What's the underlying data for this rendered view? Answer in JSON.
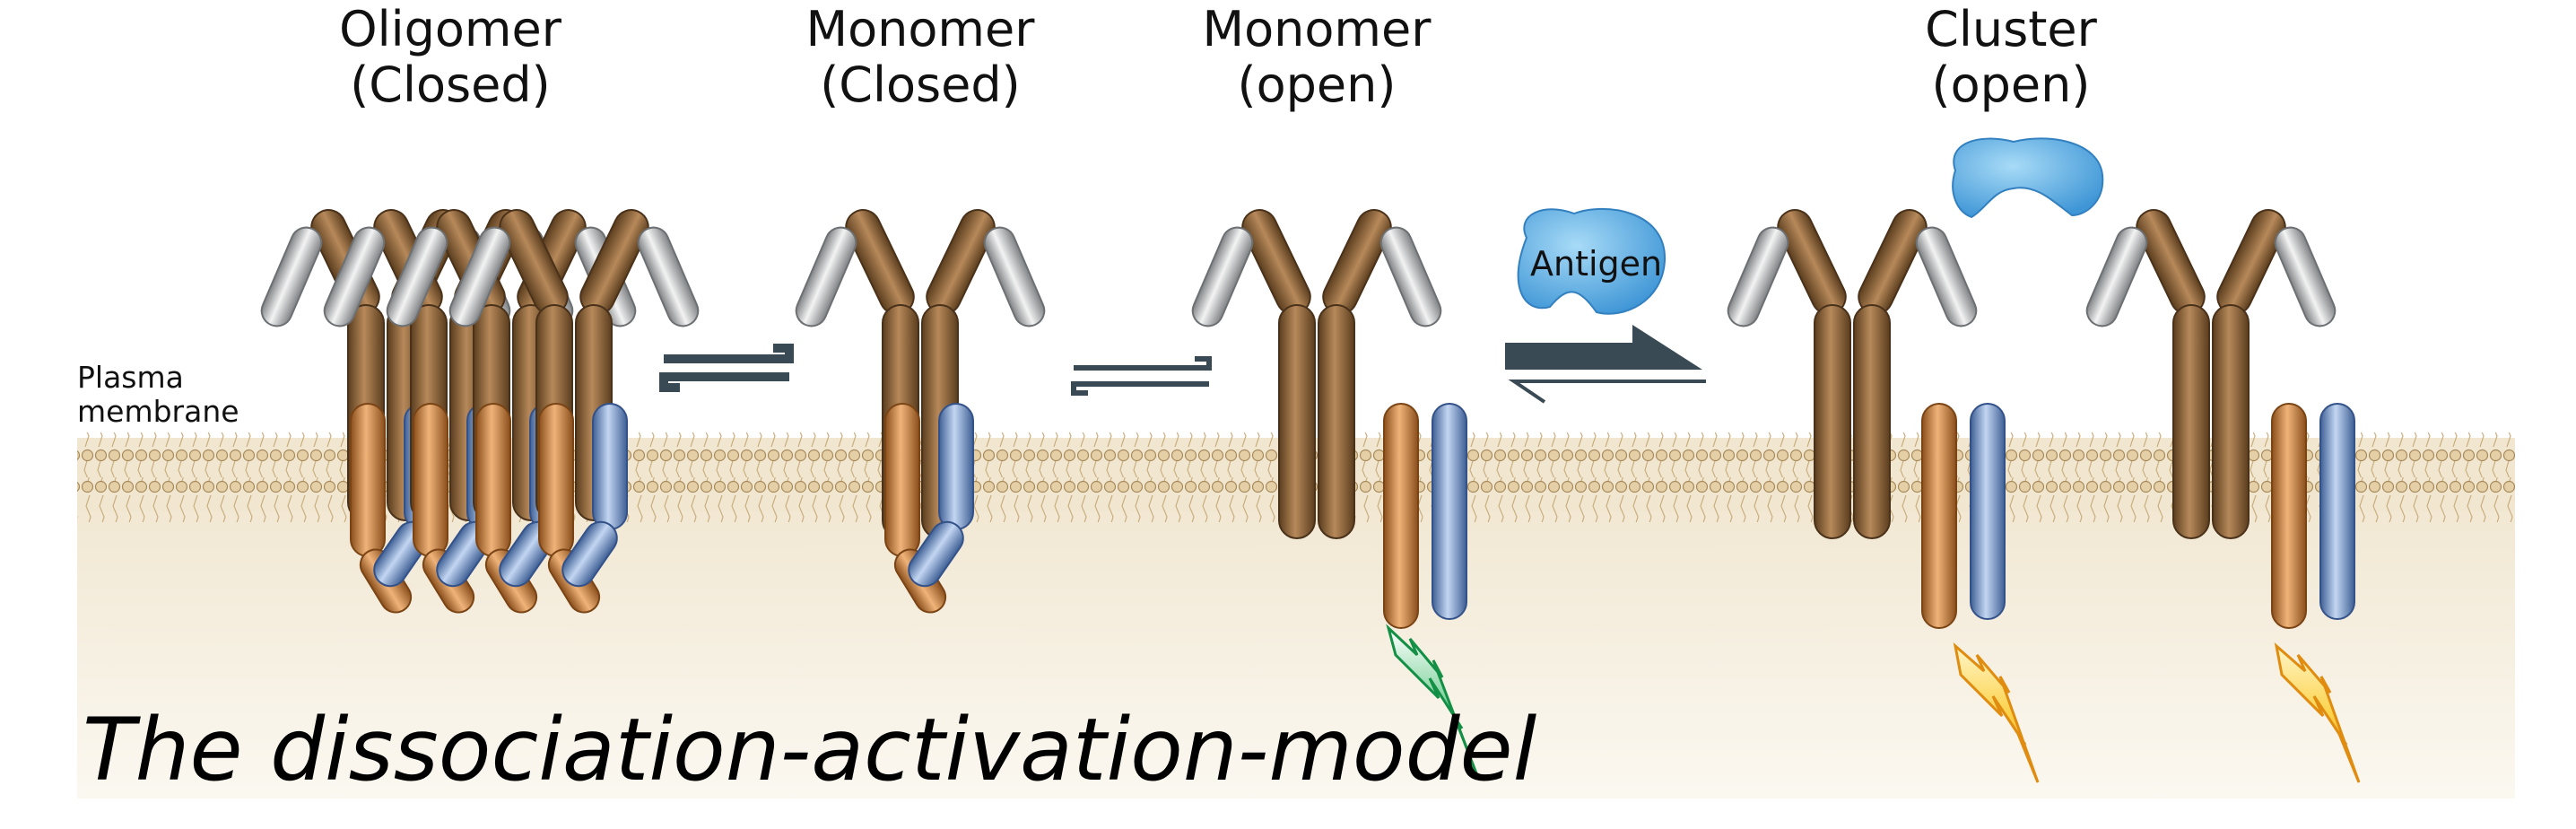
{
  "stages": [
    {
      "line1": "Oligomer",
      "line2": "(Closed)"
    },
    {
      "line1": "Monomer",
      "line2": "(Closed)"
    },
    {
      "line1": "Monomer",
      "line2": "(open)"
    },
    {
      "line1": "Cluster",
      "line2": "(open)"
    }
  ],
  "membrane_label": {
    "line1": "Plasma",
    "line2": "membrane"
  },
  "antigen_label": "Antigen",
  "model_title": "The dissociation-activation-model",
  "colors": {
    "heavy_chain": "#8a6238",
    "light_chain": "#b9bcbe",
    "alpha_chain": "#c98a48",
    "beta_chain": "#7f9fd0",
    "antigen": "#6fb4e6",
    "membrane_fill": "#efe5d0",
    "lipid_head": "#e0c9a0",
    "arrow": "#3a4a55",
    "signal_green": "#22a75c",
    "signal_orange": "#f6b01c"
  }
}
